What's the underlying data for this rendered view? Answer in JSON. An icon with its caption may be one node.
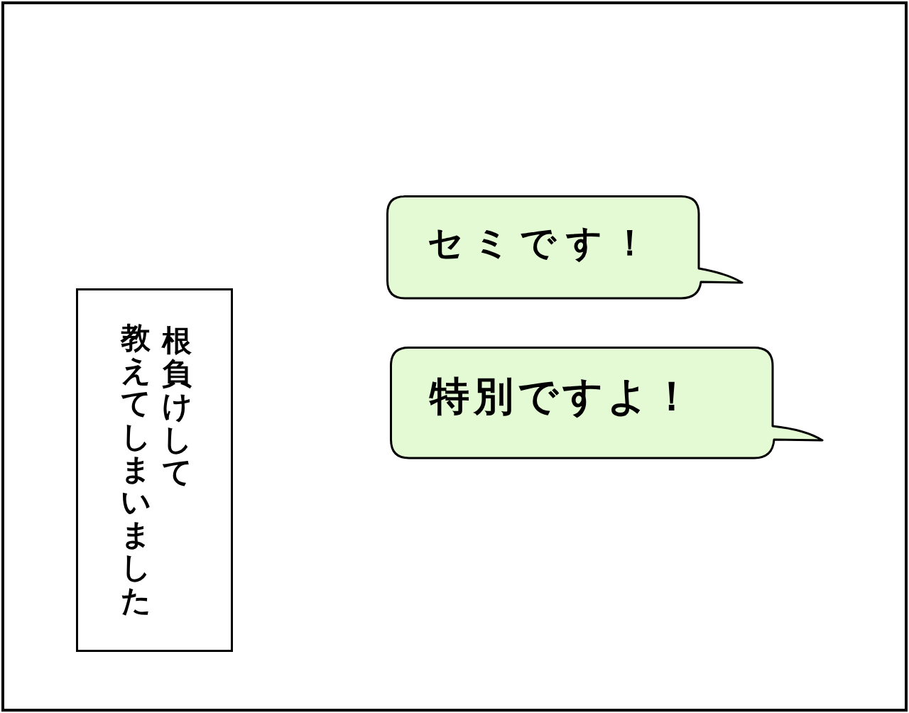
{
  "diagram": {
    "nodes": [
      {
        "text": [
          "根負けして教えてしまいました"
        ]
      },
      {
        "text": [
          "セミです！"
        ]
      },
      {
        "text": [
          "特別ですよ！"
        ]
      }
    ]
  }
}
